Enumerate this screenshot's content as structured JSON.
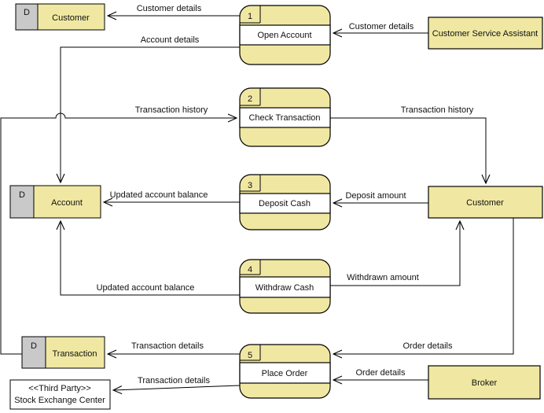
{
  "colors": {
    "node_fill": "#F0E8A2",
    "store_tab_fill": "#C9C9C9",
    "stroke": "#000000",
    "background": "#FFFFFF"
  },
  "processes": [
    {
      "id": "1",
      "label": "Open Account"
    },
    {
      "id": "2",
      "label": "Check Transaction"
    },
    {
      "id": "3",
      "label": "Deposit Cash"
    },
    {
      "id": "4",
      "label": "Withdraw Cash"
    },
    {
      "id": "5",
      "label": "Place Order"
    }
  ],
  "data_stores": [
    {
      "tag": "D",
      "label": "Customer"
    },
    {
      "tag": "D",
      "label": "Account"
    },
    {
      "tag": "D",
      "label": "Transaction"
    }
  ],
  "externals": [
    {
      "label": "Customer Service Assistant"
    },
    {
      "label": "Customer"
    },
    {
      "label": "Broker"
    },
    {
      "stereotype": "<<Third Party>>",
      "label": "Stock Exchange Center"
    }
  ],
  "flows": [
    {
      "label": "Customer details",
      "from": "Open Account",
      "to": "Customer data store"
    },
    {
      "label": "Customer details",
      "from": "Customer Service Assistant",
      "to": "Open Account"
    },
    {
      "label": "Account details",
      "from": "Open Account",
      "to": "Account data store"
    },
    {
      "label": "Transaction history",
      "from": "Transaction data store",
      "to": "Check Transaction"
    },
    {
      "label": "Transaction history",
      "from": "Check Transaction",
      "to": "Customer"
    },
    {
      "label": "Deposit amount",
      "from": "Customer",
      "to": "Deposit Cash"
    },
    {
      "label": "Updated account balance",
      "from": "Deposit Cash",
      "to": "Account data store"
    },
    {
      "label": "Withdrawn amount",
      "from": "Withdraw Cash",
      "to": "Customer"
    },
    {
      "label": "Updated account balance",
      "from": "Withdraw Cash",
      "to": "Account data store"
    },
    {
      "label": "Order details",
      "from": "Customer",
      "to": "Place Order"
    },
    {
      "label": "Order details",
      "from": "Broker",
      "to": "Place Order"
    },
    {
      "label": "Transaction details",
      "from": "Place Order",
      "to": "Transaction data store"
    },
    {
      "label": "Transaction details",
      "from": "Place Order",
      "to": "Stock Exchange Center"
    }
  ]
}
